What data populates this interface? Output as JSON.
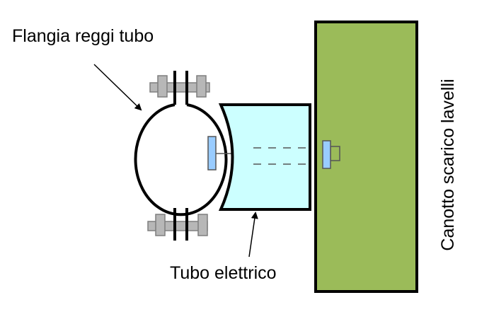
{
  "labels": {
    "flange": "Flangia reggi tubo",
    "tube": "Tubo elettrico",
    "drain": "Canotto scarico lavelli"
  },
  "colors": {
    "drain_fill": "#9bbb59",
    "tube_fill": "#ccffff",
    "bolt_fill": "#b7b7b7",
    "bolt_stroke": "#7f7f7f",
    "blue_plate": "#99ccff",
    "stroke": "#000000"
  }
}
